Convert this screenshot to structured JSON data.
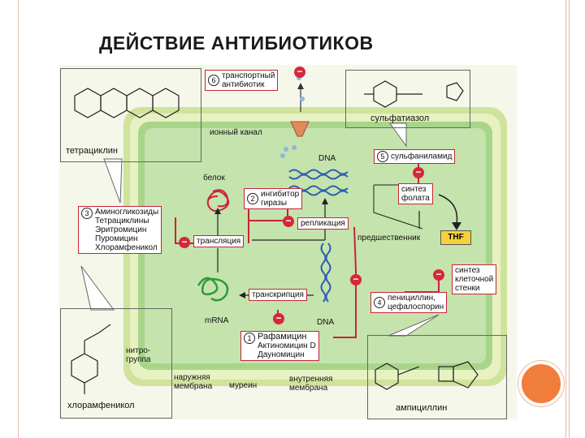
{
  "slide": {
    "title": "ДЕЙСТВИЕ АНТИБИОТИКОВ"
  },
  "colors": {
    "accent": "#f07d3a",
    "inhibit": "#d62839",
    "membrane": "#cfe39a",
    "cytoplasm": "#c4e3ad",
    "thf": "#f6d13a"
  },
  "inhibit_symbol": "−",
  "callouts": {
    "tetracycline": {
      "name": "тетрациклин"
    },
    "sulfathiazole": {
      "name": "сульфатиазол"
    },
    "chloramphenicol": {
      "name": "хлорамфеникол",
      "nitro_label": "нитро-\nгруппа"
    },
    "ampicillin": {
      "name": "ампициллин"
    }
  },
  "groups": {
    "g6": {
      "num": "6",
      "text": "транспортный\nантибиотик"
    },
    "g2": {
      "num": "2",
      "text": "ингибитор\nгиразы"
    },
    "g3": {
      "num": "3",
      "text": "Аминогликозиды\nТетрациклины\nЭритромицин\nПуромицин\nХлорамфеникол"
    },
    "g5": {
      "num": "5",
      "text": "сульфаниламид"
    },
    "g4": {
      "num": "4",
      "text": "пенициллин,\nцефалоспорин"
    },
    "g1": {
      "num": "1",
      "text_main": "Рафамицин",
      "text_sub": "Актиномицин D\nДауномицин"
    }
  },
  "process": {
    "translation": "трансляция",
    "transcription": "транскрипция",
    "replication": "репликация",
    "folate_synthesis": "синтез\nфолата",
    "cell_wall_synthesis": "синтез\nклеточной\nстенки"
  },
  "labels": {
    "ion_channel": "ионный канал",
    "dna_top": "DNA",
    "dna_bottom": "DNA",
    "protein": "белок",
    "mrna": "mRNA",
    "precursor": "предшественник",
    "thf": "THF",
    "outer_membrane": "наружняя\nмембрана",
    "murein": "муреин",
    "inner_membrane": "внутренняя\nмембрана"
  }
}
